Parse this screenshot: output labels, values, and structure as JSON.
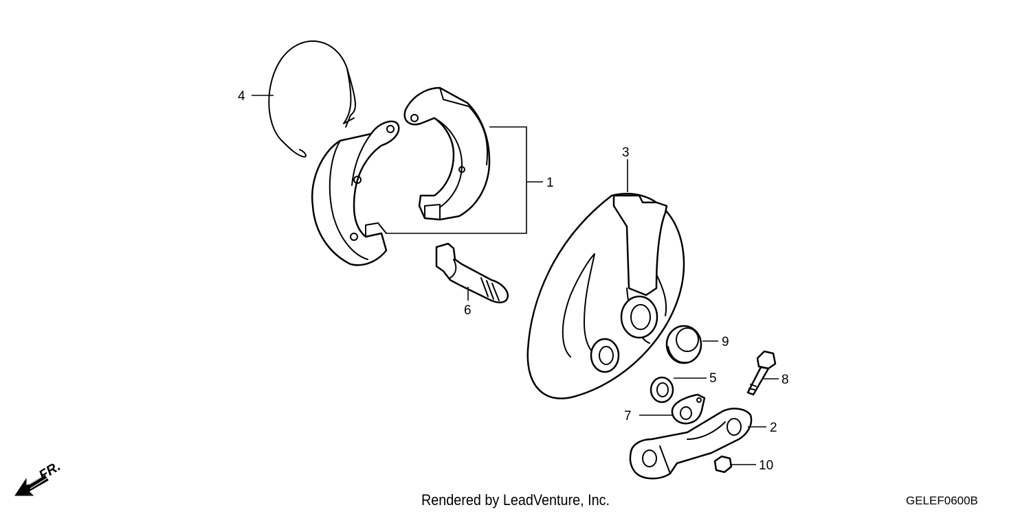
{
  "diagram": {
    "callouts": [
      {
        "id": "1",
        "label": "1"
      },
      {
        "id": "2",
        "label": "2"
      },
      {
        "id": "3",
        "label": "3"
      },
      {
        "id": "4",
        "label": "4"
      },
      {
        "id": "5",
        "label": "5"
      },
      {
        "id": "6",
        "label": "6"
      },
      {
        "id": "7",
        "label": "7"
      },
      {
        "id": "8",
        "label": "8"
      },
      {
        "id": "9",
        "label": "9"
      },
      {
        "id": "10",
        "label": "10"
      }
    ],
    "direction_label": "FR.",
    "credit": "Rendered by LeadVenture, Inc.",
    "drawing_code": "GELEF0600B"
  }
}
